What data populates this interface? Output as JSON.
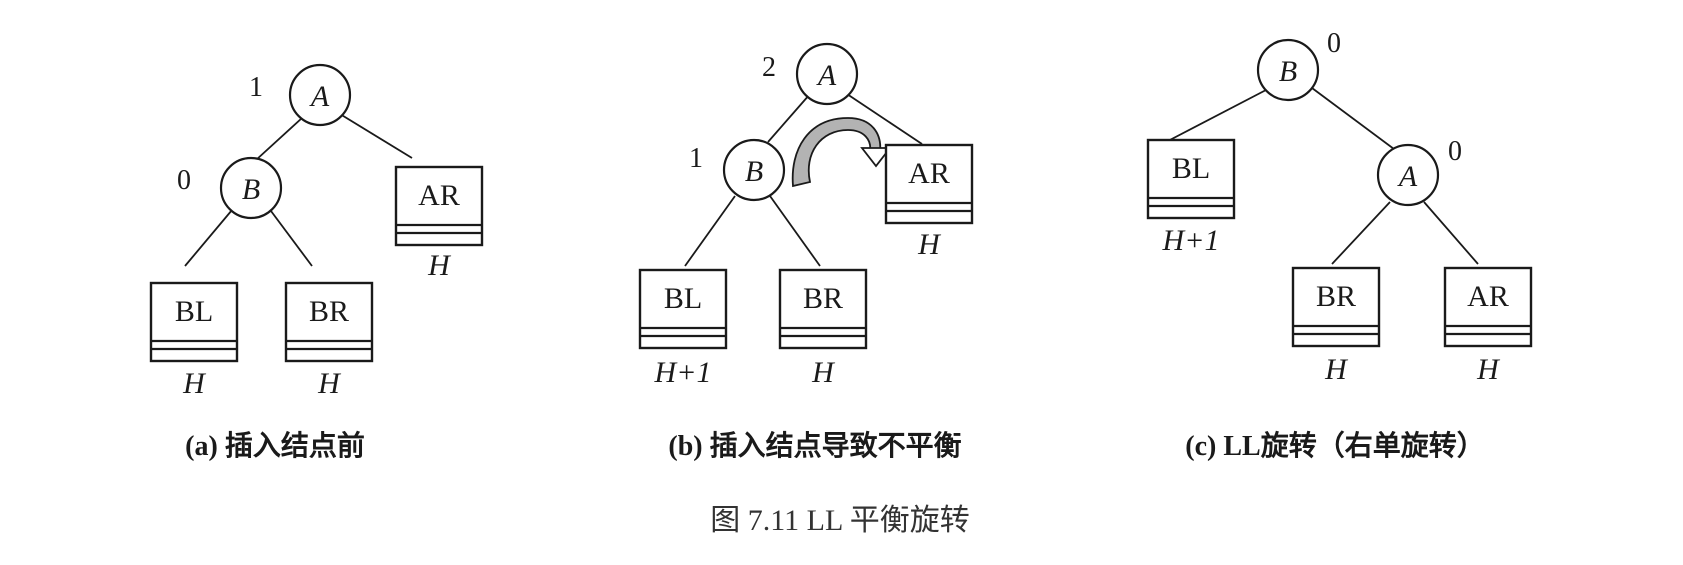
{
  "figure_title": "图 7.11 LL 平衡旋转",
  "colors": {
    "ink": "#1a1a1a",
    "arrow_fill": "#b3b3b3",
    "background": "#ffffff"
  },
  "panels": [
    {
      "caption": "(a) 插入结点前",
      "nodes": [
        {
          "label": "A",
          "balance": "1"
        },
        {
          "label": "B",
          "balance": "0"
        }
      ],
      "subtrees": [
        {
          "label": "AR",
          "height": "H"
        },
        {
          "label": "BL",
          "height": "H"
        },
        {
          "label": "BR",
          "height": "H"
        }
      ]
    },
    {
      "caption": "(b) 插入结点导致不平衡",
      "nodes": [
        {
          "label": "A",
          "balance": "2"
        },
        {
          "label": "B",
          "balance": "1"
        }
      ],
      "subtrees": [
        {
          "label": "AR",
          "height": "H"
        },
        {
          "label": "BL",
          "height": "H+1"
        },
        {
          "label": "BR",
          "height": "H"
        }
      ],
      "rotation_arrow": "curved-right-arrow"
    },
    {
      "caption": "(c) LL旋转（右单旋转）",
      "nodes": [
        {
          "label": "B",
          "balance": "0"
        },
        {
          "label": "A",
          "balance": "0"
        }
      ],
      "subtrees": [
        {
          "label": "BL",
          "height": "H+1"
        },
        {
          "label": "BR",
          "height": "H"
        },
        {
          "label": "AR",
          "height": "H"
        }
      ]
    }
  ]
}
